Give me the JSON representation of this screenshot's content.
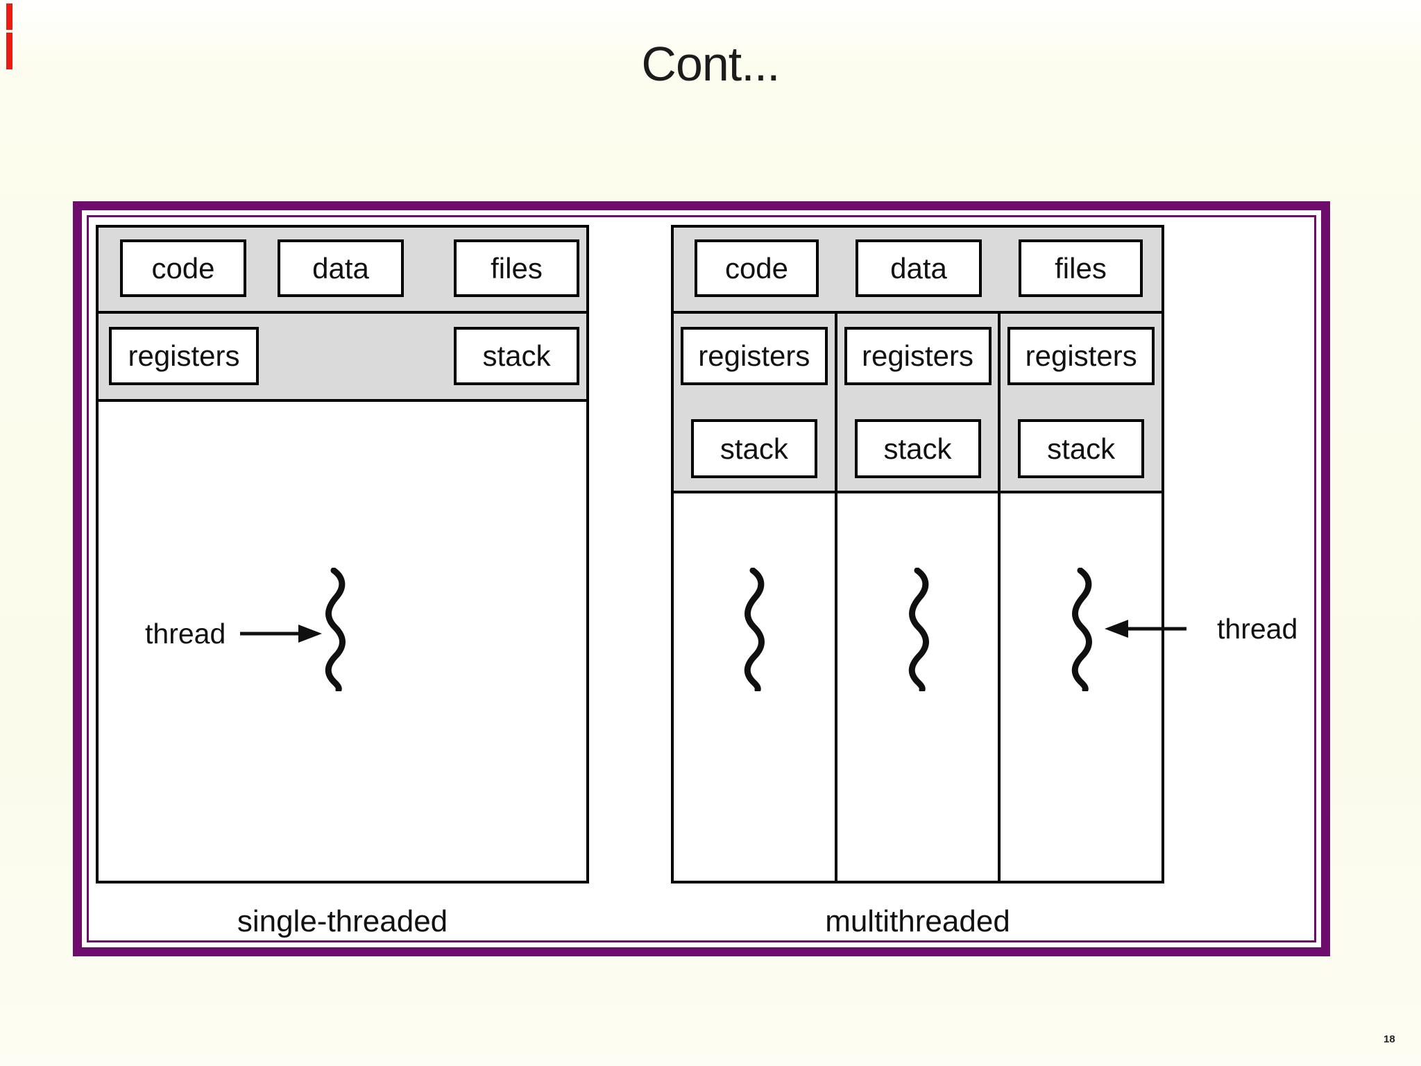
{
  "slide": {
    "title": "Cont...",
    "page_number": "18"
  },
  "colors": {
    "background_cream": "#FDFDF1",
    "frame_purple": "#6E0C6E",
    "panel_gray": "#DBDADB",
    "accent_red": "#EC1C12",
    "line_black": "#000000"
  },
  "single_process": {
    "caption": "single-threaded",
    "code_label": "code",
    "data_label": "data",
    "files_label": "files",
    "registers_label": "registers",
    "stack_label": "stack",
    "thread_label": "thread"
  },
  "multi_process": {
    "caption": "multithreaded",
    "code_label": "code",
    "data_label": "data",
    "files_label": "files",
    "columns": [
      {
        "registers": "registers",
        "stack": "stack"
      },
      {
        "registers": "registers",
        "stack": "stack"
      },
      {
        "registers": "registers",
        "stack": "stack"
      }
    ],
    "thread_label": "thread"
  }
}
